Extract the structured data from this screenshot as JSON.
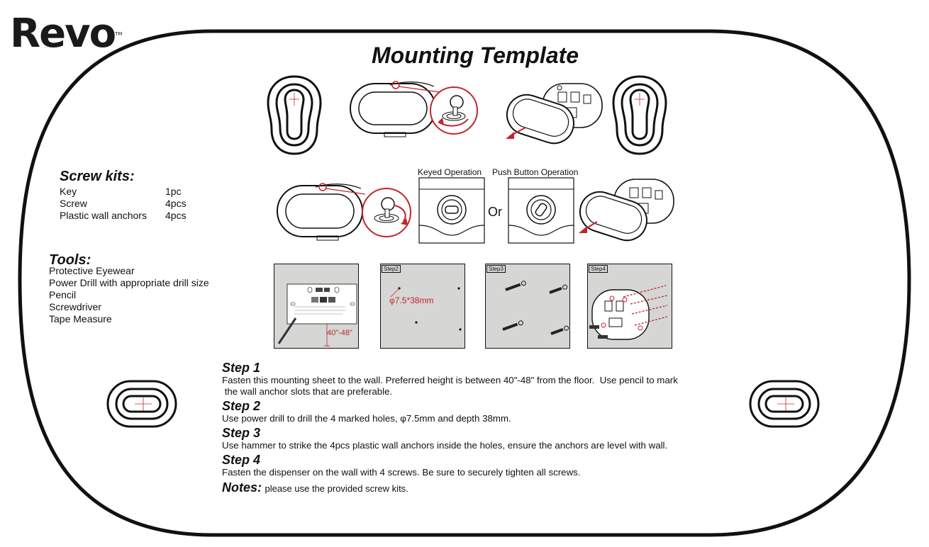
{
  "logo": {
    "text": "Revo",
    "tm": "TM"
  },
  "title": "Mounting Template",
  "screw_kits": {
    "heading": "Screw kits:",
    "items": [
      {
        "name": "Key",
        "qty": "1pc"
      },
      {
        "name": "Screw",
        "qty": "4pcs"
      },
      {
        "name": "Plastic wall anchors",
        "qty": "4pcs"
      }
    ]
  },
  "tools": {
    "heading": "Tools:",
    "items": [
      "Protective Eyewear",
      "Power Drill with appropriate drill size",
      "Pencil",
      "Screwdriver",
      "Tape Measure"
    ]
  },
  "operations": {
    "keyed": "Keyed Operation",
    "push": "Push Button Operation",
    "or": "Or"
  },
  "diagram": {
    "height": "40\"-48\"",
    "step2": "Step2",
    "step3": "Step3",
    "step4": "Step4",
    "hole": "φ7.5*38mm"
  },
  "steps": [
    {
      "title": "Step 1",
      "lines": [
        "Fasten this mounting sheet to the wall. Preferred height is between 40\"-48\" from the floor.  Use pencil to mark",
        " the wall anchor slots that are preferable."
      ]
    },
    {
      "title": "Step 2",
      "lines": [
        "Use power drill to drill the 4 marked holes, φ7.5mm and depth 38mm."
      ]
    },
    {
      "title": "Step 3",
      "lines": [
        "Use hammer to strike the 4pcs plastic wall anchors inside the holes, ensure the anchors are level with wall."
      ]
    },
    {
      "title": "Step 4",
      "lines": [
        "Fasten the dispenser on the wall with 4 screws. Be sure to securely tighten all screws."
      ]
    }
  ],
  "notes": {
    "label": "Notes:",
    "text": "please use the provided screw kits."
  },
  "colors": {
    "accent_red": "#c0262d",
    "panel_gray": "#d6d6d4",
    "ink": "#111111"
  }
}
